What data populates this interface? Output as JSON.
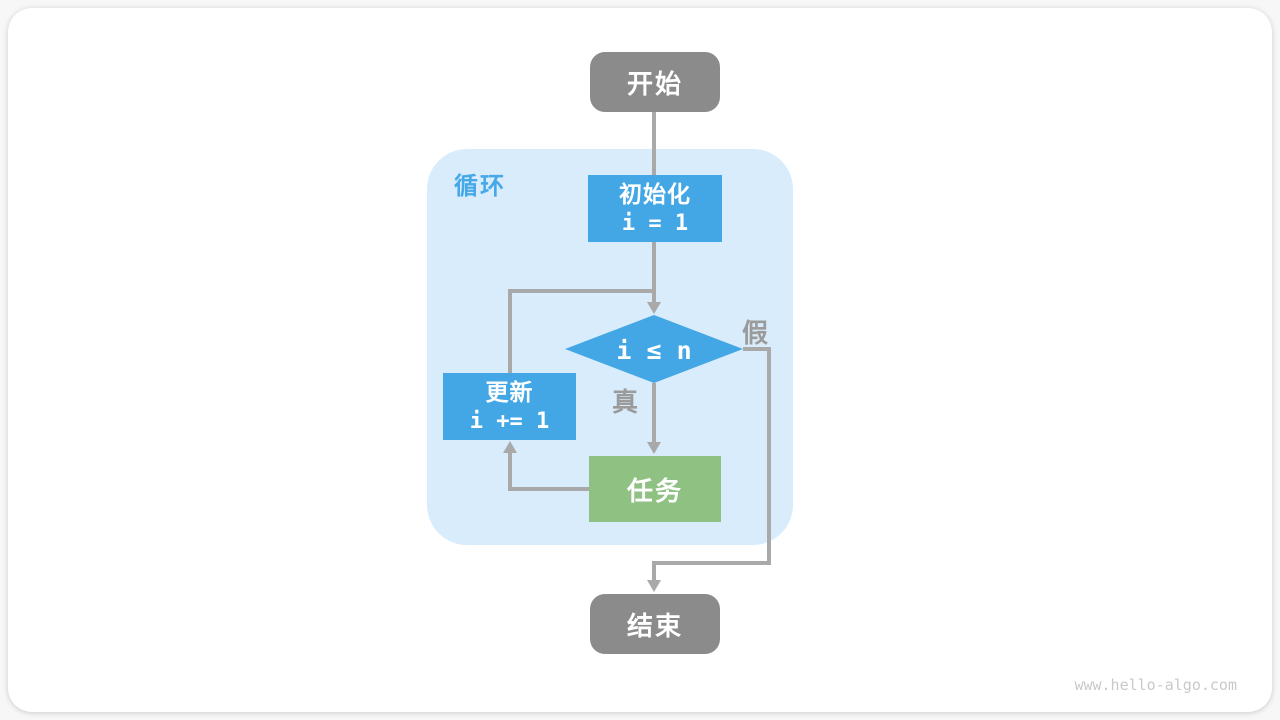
{
  "flowchart": {
    "start": "开始",
    "loop_region": "循环",
    "init": {
      "title": "初始化",
      "code": "i = 1"
    },
    "condition": "i ≤ n",
    "branch_true": "真",
    "branch_false": "假",
    "update": {
      "title": "更新",
      "code": "i += 1"
    },
    "task": "任务",
    "end": "结束"
  },
  "watermark": "www.hello-algo.com",
  "colors": {
    "terminal_gray": "#8b8b8b",
    "process_blue": "#43a7e5",
    "task_green": "#8fc183",
    "loop_region_bg": "#d9ecfb",
    "connector_gray": "#a9a9a9",
    "branch_label_gray": "#9b9b9b",
    "loop_label_blue": "#45a8e8",
    "watermark_gray": "#c9c9c9",
    "card_bg": "#ffffff"
  }
}
